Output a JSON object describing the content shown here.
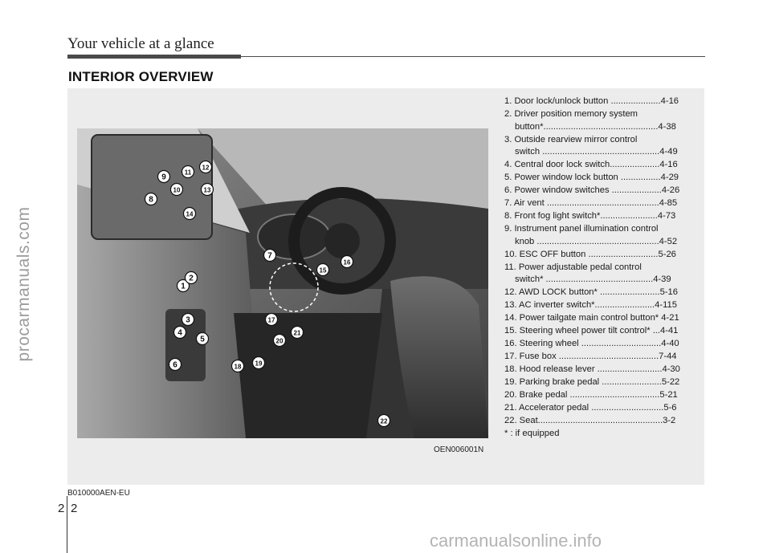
{
  "header": {
    "title": "Your vehicle at a glance"
  },
  "section": {
    "heading": "INTERIOR OVERVIEW"
  },
  "figure": {
    "code": "OEN006001N",
    "callouts": [
      "1",
      "2",
      "3",
      "4",
      "5",
      "6",
      "7",
      "8",
      "9",
      "10",
      "11",
      "12",
      "13",
      "14",
      "15",
      "16",
      "17",
      "18",
      "19",
      "20",
      "21",
      "22"
    ]
  },
  "items": [
    {
      "line1": "1. Door lock/unlock button ....................4-16",
      "line2": ""
    },
    {
      "line1": "2. Driver position memory system",
      "line2": "button*..............................................4-38"
    },
    {
      "line1": "3. Outside rearview mirror control",
      "line2": "switch ...............................................4-49"
    },
    {
      "line1": "4. Central door lock switch....................4-16",
      "line2": ""
    },
    {
      "line1": "5. Power window lock button ................4-29",
      "line2": ""
    },
    {
      "line1": "6. Power window switches ....................4-26",
      "line2": ""
    },
    {
      "line1": "7. Air vent .............................................4-85",
      "line2": ""
    },
    {
      "line1": "8. Front fog light switch*.......................4-73",
      "line2": ""
    },
    {
      "line1": "9. Instrument panel illumination control",
      "line2": "knob .................................................4-52"
    },
    {
      "line1": "10. ESC OFF button ............................5-26",
      "line2": ""
    },
    {
      "line1": "11. Power adjustable pedal control",
      "line2": "switch* ...........................................4-39"
    },
    {
      "line1": "12. AWD LOCK button* ........................5-16",
      "line2": ""
    },
    {
      "line1": "13. AC inverter switch*........................4-115",
      "line2": ""
    },
    {
      "line1": "14. Power tailgate main control button* 4-21",
      "line2": ""
    },
    {
      "line1": "15. Steering wheel power tilt control* ...4-41",
      "line2": ""
    },
    {
      "line1": "16. Steering wheel ................................4-40",
      "line2": ""
    },
    {
      "line1": "17. Fuse box ........................................7-44",
      "line2": ""
    },
    {
      "line1": "18. Hood release lever ..........................4-30",
      "line2": ""
    },
    {
      "line1": "19. Parking brake pedal ........................5-22",
      "line2": ""
    },
    {
      "line1": "20. Brake pedal ....................................5-21",
      "line2": ""
    },
    {
      "line1": "21. Accelerator pedal .............................5-6",
      "line2": ""
    },
    {
      "line1": "22. Seat..................................................3-2",
      "line2": ""
    }
  ],
  "note": "* : if equipped",
  "footer": {
    "ref_code": "B010000AEN-EU",
    "page_left": "2",
    "page_right": "2"
  },
  "watermarks": {
    "side": "procarmanuals.com",
    "bottom": "carmanualsonline.info"
  }
}
